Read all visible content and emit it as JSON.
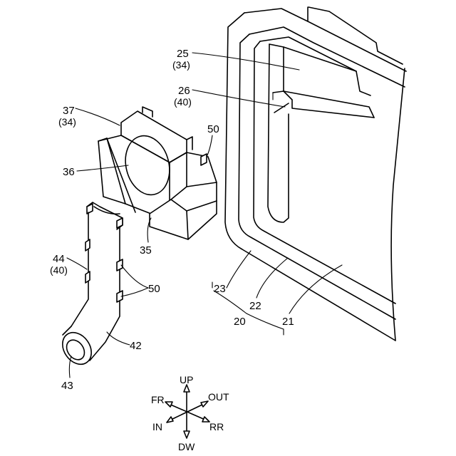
{
  "labels": {
    "l25": "25",
    "l25_sub": "(34)",
    "l26": "26",
    "l26_sub": "(40)",
    "l37": "37",
    "l37_sub": "(34)",
    "l36": "36",
    "l35": "35",
    "l50_top": "50",
    "l50_bottom": "50",
    "l44": "44",
    "l44_sub": "(40)",
    "l42": "42",
    "l43": "43",
    "l23": "23",
    "l22": "22",
    "l21": "21",
    "l20": "20"
  },
  "compass": {
    "up": "UP",
    "dw": "DW",
    "fr": "FR",
    "out": "OUT",
    "in": "IN",
    "rr": "RR"
  }
}
